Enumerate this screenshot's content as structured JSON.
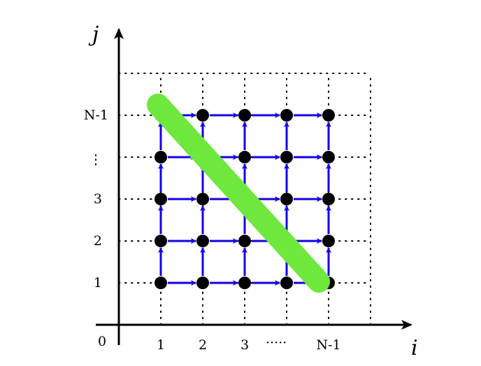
{
  "axes": {
    "x_name": "i",
    "y_name": "j",
    "origin_label": "0",
    "x_tick_labels": [
      "1",
      "2",
      "3",
      "N-1"
    ],
    "x_ellipsis": "·····",
    "y_tick_labels": [
      "1",
      "2",
      "3",
      "N-1"
    ],
    "y_ellipsis": "⋮"
  },
  "grid": {
    "nodes_per_side": 5,
    "dotted_extent": 6
  },
  "colors": {
    "axis": "#000000",
    "arrow": "#1400e6",
    "node": "#000000",
    "highlight": "#6ee83c",
    "grid": "#000000"
  }
}
